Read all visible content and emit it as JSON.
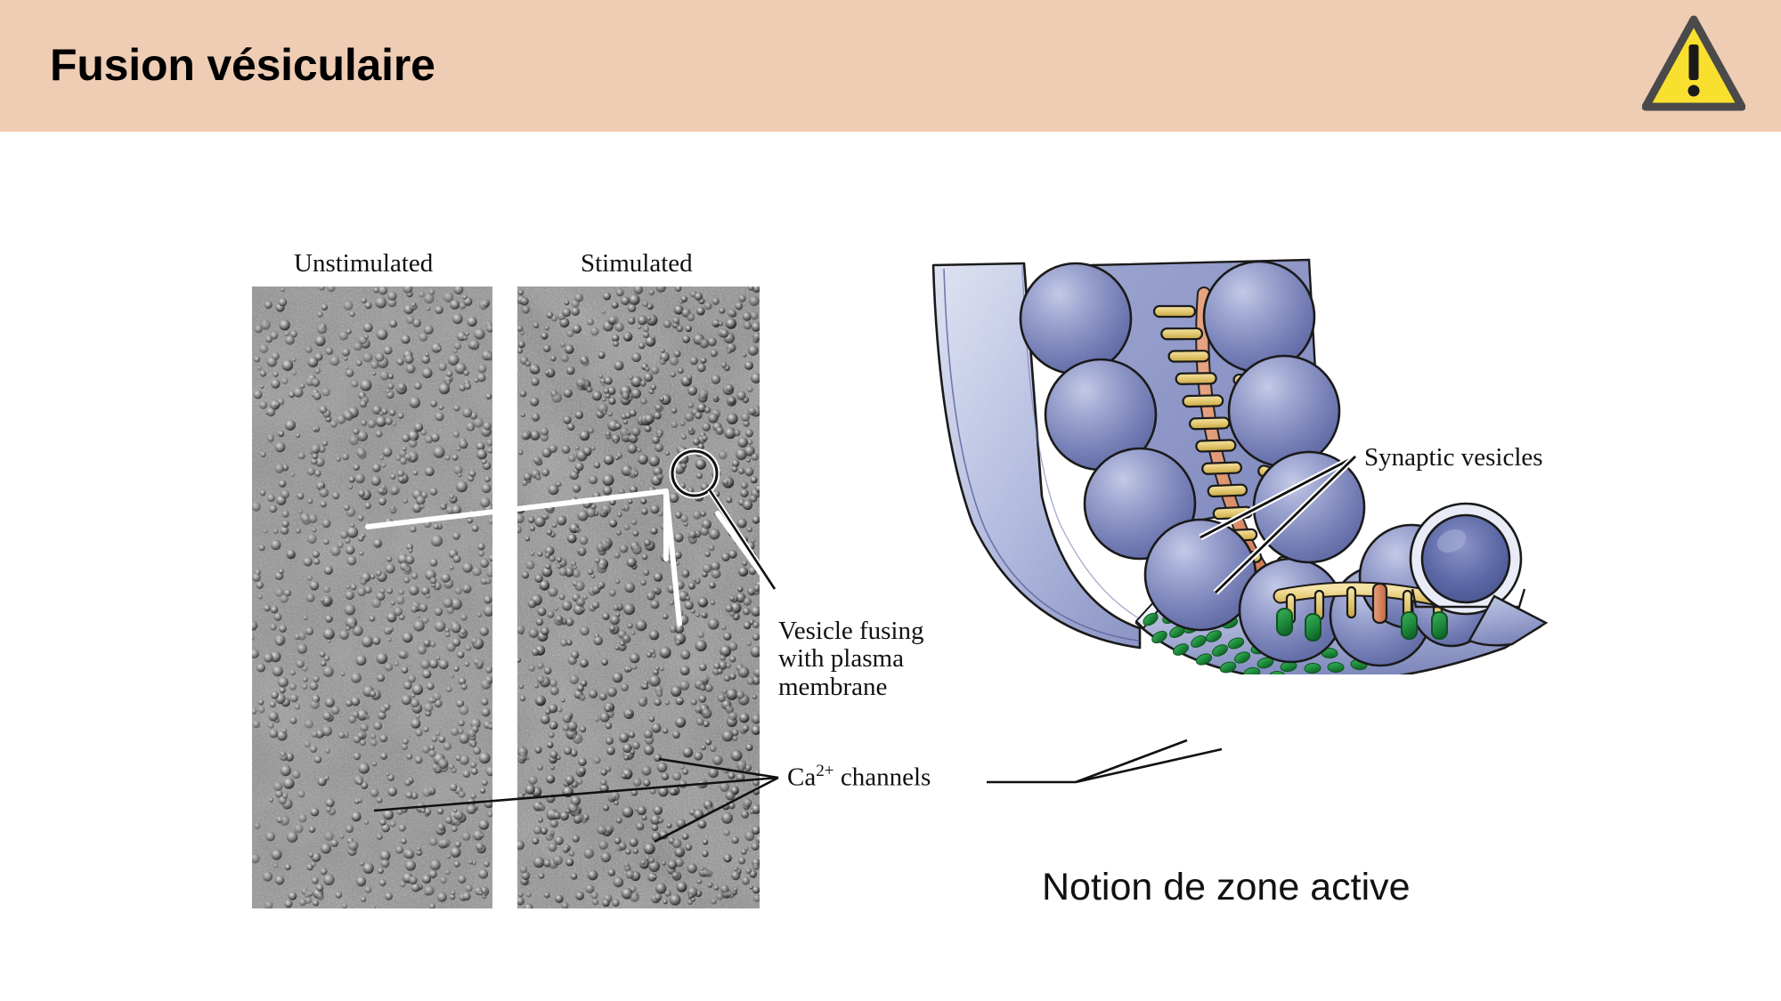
{
  "header": {
    "title": "Fusion vésiculaire",
    "band_color": "#efcdb4",
    "warning_icon": {
      "name": "warning-triangle-icon",
      "fill": "#f9e02e",
      "stroke": "#4a4a4a",
      "mark": "!"
    }
  },
  "figure": {
    "micrographs": [
      {
        "name": "unstimulated",
        "caption": "Unstimulated"
      },
      {
        "name": "stimulated",
        "caption": "Stimulated"
      }
    ],
    "annotations": {
      "vesicle_fusing": "Vesicle fusing\nwith plasma\nmembrane",
      "ca_channels_pre": "Ca",
      "ca_channels_sup": "2+",
      "ca_channels_post": " channels",
      "synaptic_vesicles": "Synaptic vesicles"
    },
    "caption_below": "Notion de zone active",
    "colors": {
      "vesicle_blue": "#7b84bd",
      "vesicle_blue_light": "#aeb5da",
      "membrane_light": "#c9cfe8",
      "membrane_mid": "#8d95c4",
      "ca_channel_green": "#1f8a3c",
      "rod_yellow": "#e8cf7c",
      "ribbon_orange": "#d98a63",
      "outline": "#1a1a1a"
    }
  }
}
